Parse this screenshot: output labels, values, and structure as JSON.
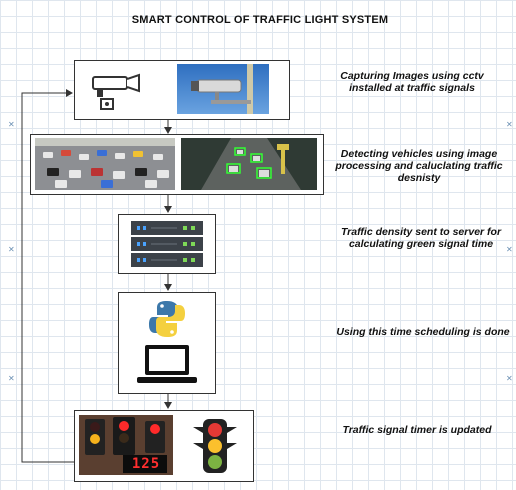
{
  "title": "SMART CONTROL OF TRAFFIC LIGHT SYSTEM",
  "steps": [
    {
      "description": "Capturing  Images using cctv installed at traffic signals"
    },
    {
      "description": "Detecting vehicles using image processing and caluclating traffic desnisty"
    },
    {
      "description": "Traffic density sent to server for calculating green signal time"
    },
    {
      "description": "Using this time scheduling is done"
    },
    {
      "description": "Traffic signal timer is updated"
    }
  ],
  "timer_display": "125",
  "colors": {
    "arrow": "#333333",
    "grid": "#dfe6ee"
  }
}
